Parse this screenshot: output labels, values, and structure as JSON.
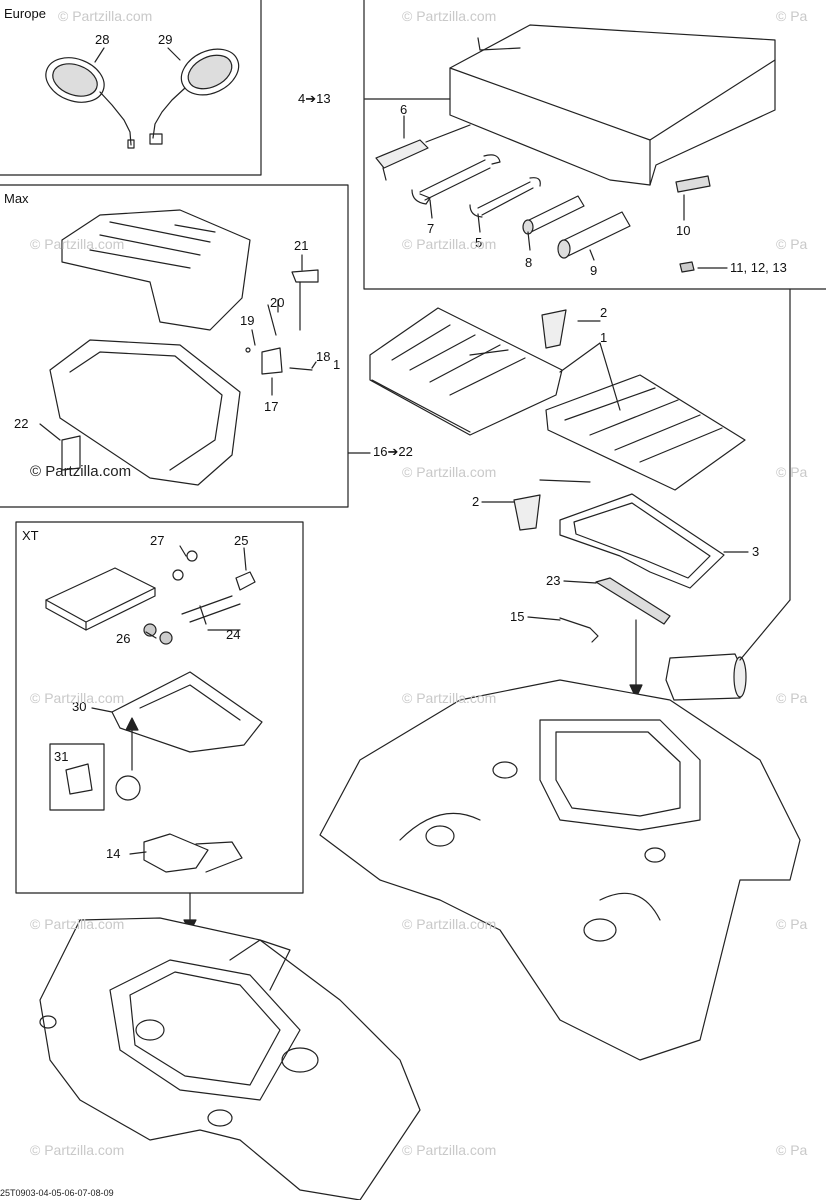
{
  "groups": {
    "europe": "Europe",
    "max": "Max",
    "xt": "XT"
  },
  "callouts": {
    "c28": "28",
    "c29": "29",
    "c4_13": "4➔13",
    "c6": "6",
    "c7": "7",
    "c5": "5",
    "c8": "8",
    "c9": "9",
    "c10": "10",
    "c11_13": "11, 12, 13",
    "c21": "21",
    "c20": "20",
    "c19": "19",
    "c18": "18",
    "c1b": "1",
    "c17": "17",
    "c22": "22",
    "c16_22": "16➔22",
    "c2a": "2",
    "c1a": "1",
    "c2b": "2",
    "c3": "3",
    "c23": "23",
    "c15": "15",
    "c27": "27",
    "c25": "25",
    "c26": "26",
    "c24": "24",
    "c30": "30",
    "c31": "31",
    "c14": "14"
  },
  "watermark": {
    "text": "© Partzilla.com",
    "short": "© Pa",
    "strong": "© Partzilla.com"
  },
  "footer": "25T0903-04-05-06-07-08-09"
}
